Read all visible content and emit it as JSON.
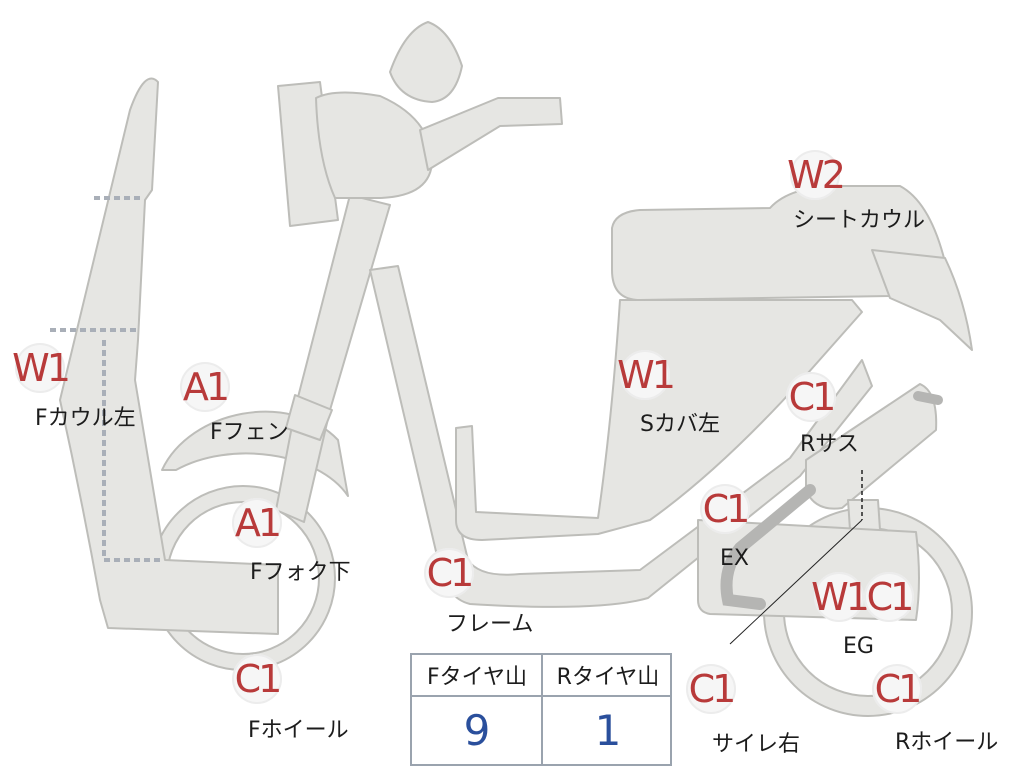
{
  "colors": {
    "body_fill": "#e6e6e3",
    "body_stroke": "#bdbdb9",
    "grade_text": "#b83a3a",
    "tire_value": "#2a4f9c",
    "table_border": "#9aa3ae"
  },
  "parts": [
    {
      "id": "f-cowl-left",
      "grade": "W1",
      "label": "Fカウル左"
    },
    {
      "id": "f-fender",
      "grade": "A1",
      "label": "Fフェン"
    },
    {
      "id": "f-fork-lower",
      "grade": "A1",
      "label": "Fフォク下"
    },
    {
      "id": "f-wheel",
      "grade": "C1",
      "label": "Fホイール"
    },
    {
      "id": "frame",
      "grade": "C1",
      "label": "フレーム"
    },
    {
      "id": "s-cover-left",
      "grade": "W1",
      "label": "Sカバ左"
    },
    {
      "id": "seat-cowl",
      "grade": "W2",
      "label": "シートカウル"
    },
    {
      "id": "r-suspension",
      "grade": "C1",
      "label": "Rサス"
    },
    {
      "id": "exhaust",
      "grade": "C1",
      "label": "EX"
    },
    {
      "id": "engine",
      "grade": "W1",
      "grade2": "C1",
      "label": "EG"
    },
    {
      "id": "muffler-right",
      "grade": "C1",
      "label": "サイレ右"
    },
    {
      "id": "r-wheel",
      "grade": "C1",
      "label": "Rホイール"
    }
  ],
  "tire_table": {
    "front_header": "Fタイヤ山",
    "rear_header": "Rタイヤ山",
    "front_value": "9",
    "rear_value": "1"
  }
}
